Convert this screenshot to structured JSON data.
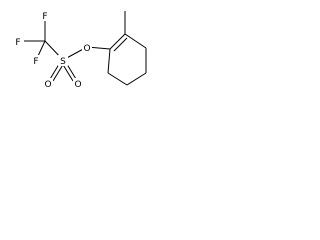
{
  "atoms": {
    "f_top": "F",
    "f_left": "F",
    "f_bottom": "F",
    "sulfur": "S",
    "oxygen_ether": "O",
    "oxygen_lower_left": "O",
    "oxygen_lower_right": "O"
  }
}
